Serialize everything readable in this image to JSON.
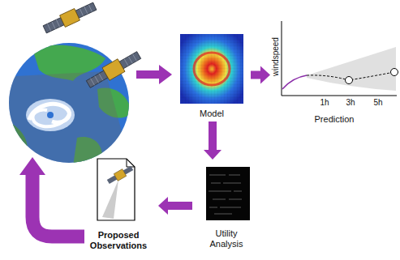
{
  "diagram": {
    "nodes": [
      {
        "text": [
          "Model"
        ]
      },
      {
        "text": [
          "Prediction"
        ]
      },
      {
        "text": [
          "Utility Analysis"
        ]
      },
      {
        "text": [
          "Proposed Observations"
        ]
      }
    ],
    "edges": [
      {
        "from": 0,
        "to": 1,
        "arrow": "to"
      },
      {
        "from": 0,
        "to": 2,
        "arrow": "to"
      },
      {
        "from": 2,
        "to": 3,
        "arrow": "to"
      }
    ],
    "labels": [
      "windspeed",
      "1h",
      "3h",
      "5h"
    ]
  }
}
